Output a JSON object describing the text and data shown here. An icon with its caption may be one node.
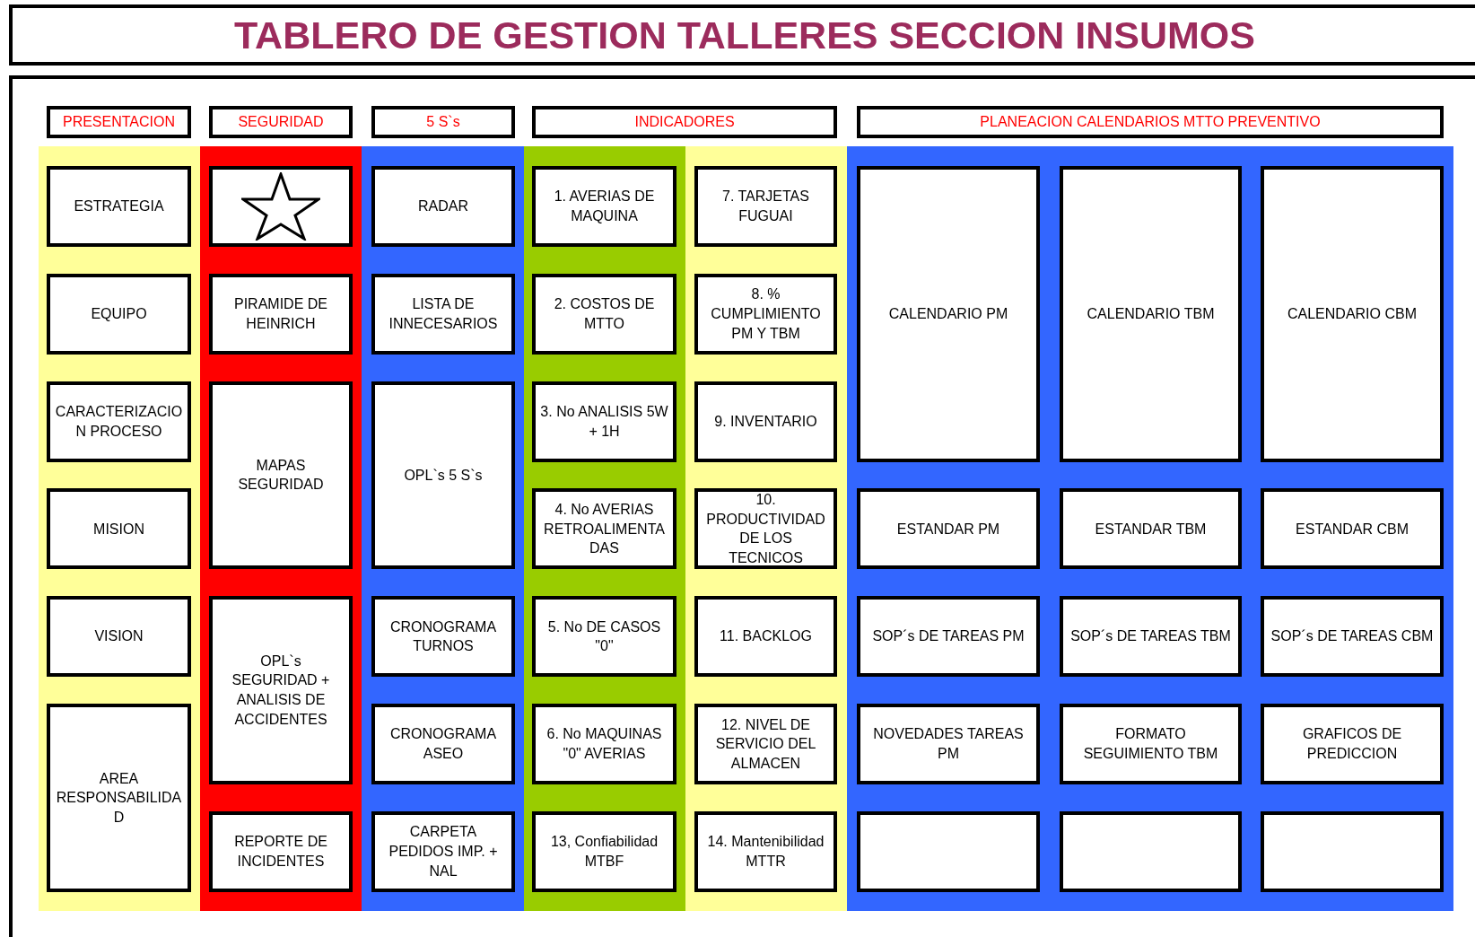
{
  "diagram": {
    "title": "TABLERO DE GESTION TALLERES SECCION INSUMOS",
    "nodes": [
      {
        "text": [
          "PRESENTACION"
        ]
      },
      {
        "text": [
          "SEGURIDAD"
        ]
      },
      {
        "text": [
          "5 S`s"
        ]
      },
      {
        "text": [
          "INDICADORES"
        ]
      },
      {
        "text": [
          "PLANEACION CALENDARIOS MTTO PREVENTIVO"
        ]
      },
      {
        "text": [
          "ESTRATEGIA"
        ]
      },
      {
        "text": [],
        "shape": "picture"
      },
      {
        "text": [
          "RADAR"
        ]
      },
      {
        "text": [
          "1. AVERIAS DE MAQUINA"
        ]
      },
      {
        "text": [
          "7. TARJETAS FUGUAI"
        ]
      },
      {
        "text": [
          "CALENDARIO PM"
        ]
      },
      {
        "text": [
          "CALENDARIO TBM"
        ]
      },
      {
        "text": [
          "CALENDARIO CBM"
        ]
      },
      {
        "text": [
          "EQUIPO"
        ]
      },
      {
        "text": [
          "PIRAMIDE DE HEINRICH"
        ]
      },
      {
        "text": [
          "LISTA DE INNECESARIOS"
        ]
      },
      {
        "text": [
          "2. COSTOS DE MTTO"
        ]
      },
      {
        "text": [
          "8. % CUMPLIMIENTO PM Y TBM"
        ]
      },
      {
        "text": [
          "CARACTERIZACION PROCESO"
        ]
      },
      {
        "text": [
          "MAPAS SEGURIDAD"
        ]
      },
      {
        "text": [
          "OPL`s 5 S`s"
        ]
      },
      {
        "text": [
          "3. No ANALISIS 5W + 1H"
        ]
      },
      {
        "text": [
          "9. INVENTARIO"
        ]
      },
      {
        "text": [
          "MISION"
        ]
      },
      {
        "text": [
          "4. No AVERIAS RETROALIMENTADAS"
        ]
      },
      {
        "text": [
          "10. PRODUCTIVIDAD DE LOS TECNICOS"
        ]
      },
      {
        "text": [
          "ESTANDAR PM"
        ]
      },
      {
        "text": [
          "ESTANDAR TBM"
        ]
      },
      {
        "text": [
          "ESTANDAR CBM"
        ]
      },
      {
        "text": [
          "VISION"
        ]
      },
      {
        "text": [
          "OPL`s SEGURIDAD + ANALISIS DE ACCIDENTES"
        ]
      },
      {
        "text": [
          "CRONOGRAMA TURNOS"
        ]
      },
      {
        "text": [
          "5. No DE CASOS \"0\""
        ]
      },
      {
        "text": [
          "11. BACKLOG"
        ]
      },
      {
        "text": [
          "SOP´s DE TAREAS PM"
        ]
      },
      {
        "text": [
          "SOP´s DE TAREAS TBM"
        ]
      },
      {
        "text": [
          "SOP´s DE TAREAS CBM"
        ]
      },
      {
        "text": [
          "AREA RESPONSABILIDAD"
        ]
      },
      {
        "text": [
          "CRONOGRAMA ASEO"
        ]
      },
      {
        "text": [
          "6. No MAQUINAS \"0\" AVERIAS"
        ]
      },
      {
        "text": [
          "12. NIVEL DE SERVICIO DEL ALMACEN"
        ]
      },
      {
        "text": [
          "NOVEDADES TAREAS PM"
        ]
      },
      {
        "text": [
          "FORMATO SEGUIMIENTO TBM"
        ]
      },
      {
        "text": [
          "GRAFICOS DE PREDICCION"
        ]
      },
      {
        "text": [
          "REPORTE DE INCIDENTES"
        ]
      },
      {
        "text": [
          "CARPETA PEDIDOS IMP. + NAL"
        ]
      },
      {
        "text": [
          "13, Confiabilidad MTBF"
        ]
      },
      {
        "text": [
          "14. Mantenibilidad MTTR"
        ]
      },
      {
        "text": [],
        "shape": "box"
      },
      {
        "text": [],
        "shape": "box"
      },
      {
        "text": [],
        "shape": "box"
      }
    ],
    "edges": []
  }
}
